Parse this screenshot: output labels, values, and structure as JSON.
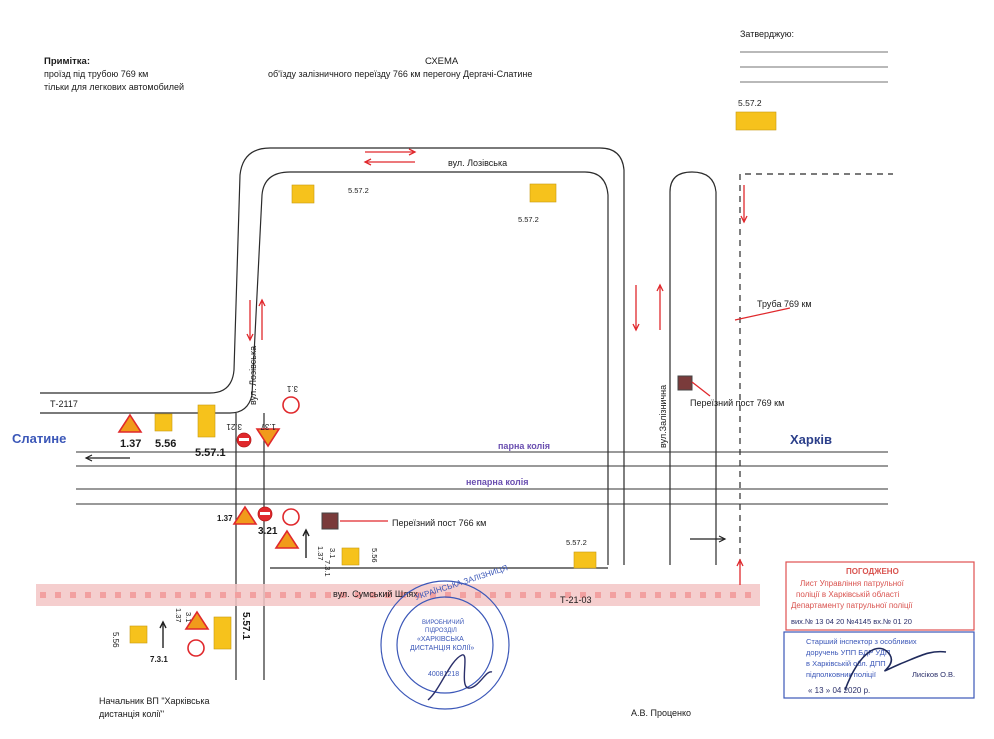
{
  "note": {
    "title": "Примітка:",
    "line1": "проїзд під трубою 769 км",
    "line2": "тільки для легкових автомобилей"
  },
  "header": {
    "title": "СХЕМА",
    "subtitle": "об'їзду  залізничного переїзду 766 км перегону Дергачі-Слатине"
  },
  "approval": {
    "label": "Затверджую:"
  },
  "labels": {
    "slatyne": "Слатине",
    "kharkiv": "Харків",
    "road_t2117": "Т-2117",
    "road_t2103": "Т-21-03",
    "street_lozivska_top": "вул. Лозівська",
    "street_lozivska_vert": "вул. Лозівська",
    "street_zaliznychna": "вул.Залізнична",
    "street_sumskyi": "вул. Сумський Шлях",
    "truba": "Труба 769 км",
    "post769": "Переїзний пост 769 км",
    "post766": "Переїзний пост 766 км",
    "track1": "парна колія",
    "track2": "непарна колія"
  },
  "sign_codes": {
    "s1": "5.57.2",
    "s2": "5.57.2",
    "s3": "5.57.2",
    "s4": "5.57.2",
    "s5": "1.37",
    "s6": "5.56",
    "s7": "5.57.1",
    "s8": "3.21",
    "s9": "1.37",
    "s10": "3.1",
    "s11": "1.37",
    "s12": "3.21",
    "s13": "7.3.1",
    "s14": "5.56",
    "s15": "1.37",
    "s16": "3.1",
    "s17": "5.56",
    "s18": "7.3.1",
    "s19": "5.57.1",
    "s20": "3.1",
    "s21": "1.37"
  },
  "footer": {
    "chief_line1": "Начальник ВП \"Харківська",
    "chief_line2": "дистанція колії\"",
    "signer": "А.В. Проценко"
  },
  "stamp_agreed": {
    "title": "ПОГОДЖЕНО",
    "line1": "Лист Управління патрульної",
    "line2": "поліції в Харківській області",
    "line3": "Департаменту патрульної поліції",
    "line4": "вих.№ 13  04  20 №4145  вх.№ 01  20",
    "line5": "Старший інспектор з особливих",
    "line6": "доручень УПП БДР УДП",
    "line7": "в Харківській обл. ДПП",
    "line8": "підполковник поліції",
    "line9": "« 13 »   04     2020 р.",
    "name": "Лисіков О.В."
  },
  "stamp_round": {
    "line1": "ВИРОБНИЧИЙ",
    "line2": "ПІДРОЗДІЛ",
    "line3": "«ХАРКІВСЬКА",
    "line4": "ДИСТАНЦІЯ КОЛІЇ»",
    "line5": "40081218",
    "ring": "УКРАЇНСЬКА ЗАЛІЗНИЦЯ"
  },
  "colors": {
    "red": "#e0282c",
    "sign_yellow": "#f6c21c",
    "stamp_blue": "#3b57b8",
    "road_strip": "#f3c6c6"
  }
}
